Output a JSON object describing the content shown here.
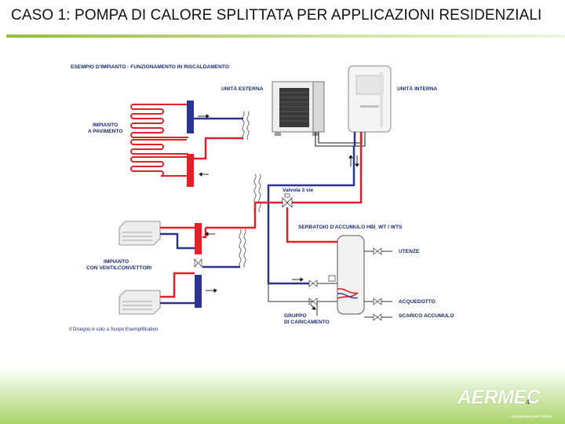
{
  "slide": {
    "title": "CASO 1: POMPA DI CALORE SPLITTATA PER APPLICAZIONI RESIDENZIALI"
  },
  "diagram": {
    "heading": "ESEMPIO D'IMPIANTO - FUNZIONAMENTO IN RISCALDAMENTO",
    "outdoor_unit": "UNITÀ ESTERNA",
    "indoor_unit": "UNITÀ INTERNA",
    "floor_system_line1": "IMPIANTO",
    "floor_system_line2": "A PAVIMENTO",
    "fancoil_system_line1": "IMPIANTO",
    "fancoil_system_line2": "CON VENTILCONVETTORI",
    "three_way_valve": "Valvola 3 vie",
    "storage_tank": "SERBATOIO D'ACCUMULO HBI_WT / WTS",
    "users": "UTENZE",
    "aqueduct": "ACQUEDOTTO",
    "tank_drain": "SCARICO ACCUMULO",
    "filling_group_line1": "GRUPPO",
    "filling_group_line2": "DI CARICAMENTO",
    "disclaimer": "Il Disegno è solo a Scopo Esemplificativo"
  },
  "footer": {
    "logo": "AERMEC",
    "tagline": "la passione per il clima",
    "page_number": "4"
  },
  "colors": {
    "hot": "#e0202a",
    "cold": "#2b3590",
    "label": "#1a2b6d",
    "accent": "#8fbf3a"
  }
}
